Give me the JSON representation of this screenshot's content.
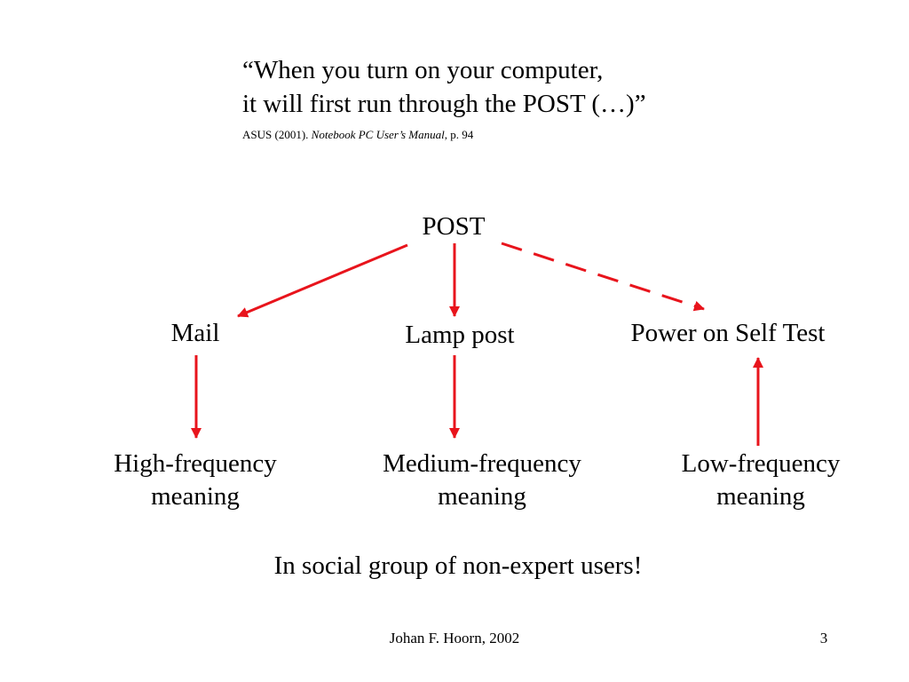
{
  "quote": {
    "line1": "“When you turn on your computer,",
    "line2": "it will first run through the POST (…)”"
  },
  "citation": {
    "prefix": "ASUS (2001). ",
    "title": "Notebook PC User’s Manual",
    "suffix": ", p. 94"
  },
  "nodes": {
    "post": "POST",
    "mail": "Mail",
    "lamp_post": "Lamp post",
    "power_on_self_test": "Power on Self Test",
    "high_frequency": "High-frequency meaning",
    "medium_frequency": "Medium-frequency meaning",
    "low_frequency": "Low-frequency meaning"
  },
  "note": "In social group of non-expert users!",
  "footer": {
    "author": "Johan F. Hoorn, 2002",
    "page": "3"
  },
  "colors": {
    "arrow": "#e8141c",
    "text": "#000000",
    "background": "#ffffff"
  }
}
